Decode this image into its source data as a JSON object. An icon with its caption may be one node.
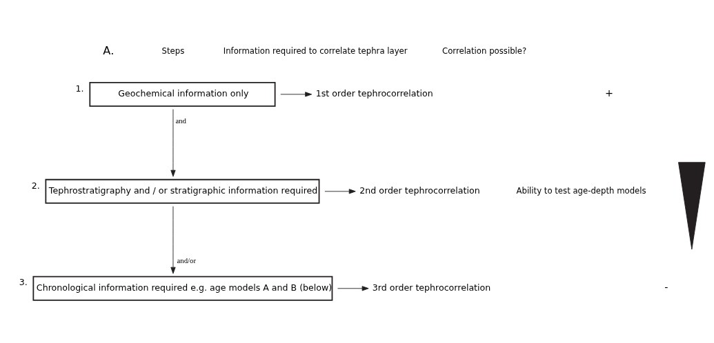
{
  "diagram": {
    "nodes": [
      {
        "text": [
          "Geochemical information only"
        ],
        "beside": [
          "1."
        ]
      },
      {
        "text": [
          "1st order tephrocorrelation"
        ]
      },
      {
        "text": [
          "Tephrostratigraphy and / or stratigraphic information required"
        ],
        "beside": [
          "2."
        ]
      },
      {
        "text": [
          "2nd order tephrocorrelation"
        ]
      },
      {
        "text": [
          "Chronological information required e.g. age models A and B (below)"
        ],
        "beside": [
          "3."
        ]
      },
      {
        "text": [
          "3rd order tephrocorrelation"
        ]
      },
      {
        "text": [],
        "shape": "triangle"
      }
    ],
    "edges": [
      {
        "from": 0,
        "to": 1,
        "arrow": "to"
      },
      {
        "from": 0,
        "to": 2,
        "arrow": "to",
        "label": "and"
      },
      {
        "from": 2,
        "to": 3,
        "arrow": "to"
      },
      {
        "from": 2,
        "to": 4,
        "arrow": "to",
        "label": "and/or"
      },
      {
        "from": 4,
        "to": 5,
        "arrow": "to"
      }
    ],
    "labels": [
      "A.",
      "Steps",
      "Information required to correlate tephra layer",
      "Correlation possible?",
      "Ability to test age-depth models",
      "+",
      "-"
    ]
  }
}
